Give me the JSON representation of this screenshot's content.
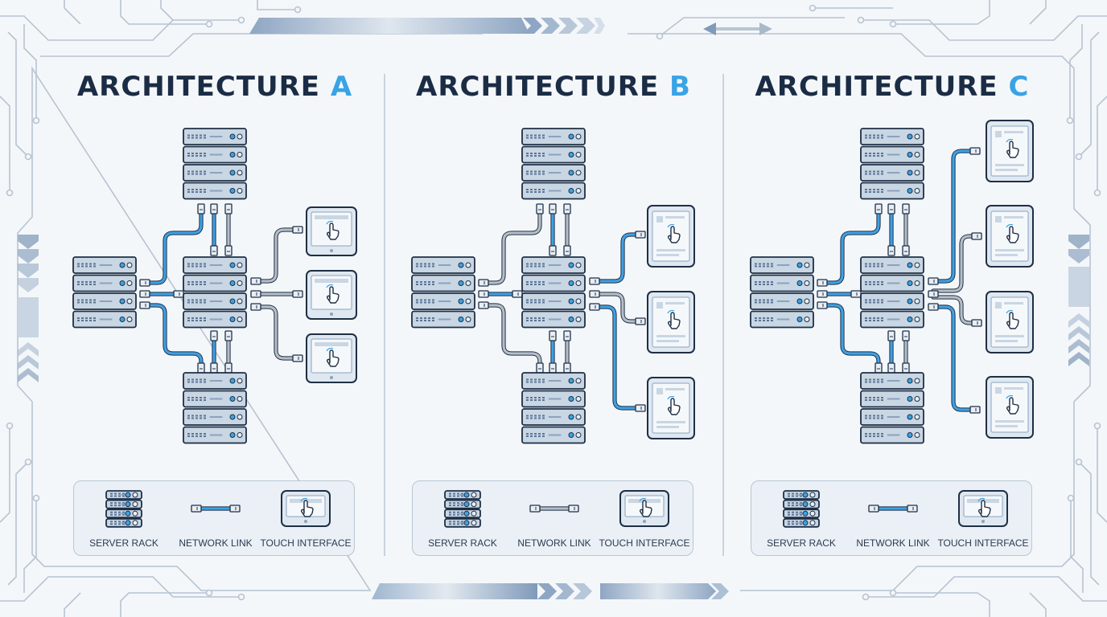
{
  "panels": [
    {
      "title_prefix": "ARCHITECTURE",
      "title_letter": "A",
      "legend": {
        "rack": "SERVER RACK",
        "link": "NETWORK LINK",
        "touch": "TOUCH INTERFACE"
      }
    },
    {
      "title_prefix": "ARCHITECTURE",
      "title_letter": "B",
      "legend": {
        "rack": "SERVER RACK",
        "link": "NETWORK LINK",
        "touch": "TOUCH INTERFACE"
      }
    },
    {
      "title_prefix": "ARCHITECTURE",
      "title_letter": "C",
      "legend": {
        "rack": "SERVER RACK",
        "link": "NETWORK LINK",
        "touch": "TOUCH INTERFACE"
      }
    }
  ],
  "colors": {
    "title": "#1b2c45",
    "accent": "#3aa3e6",
    "server_fill": "#c9d6e3",
    "outline": "#1e2f45",
    "link_blue": "#3fa0e3",
    "link_gray": "#b5bdc6",
    "frame_line": "#b7c4d1"
  },
  "icons": [
    "server-rack-icon",
    "network-link-icon",
    "touch-interface-icon",
    "tablet-icon",
    "chevron-icon",
    "arrow-icon"
  ]
}
